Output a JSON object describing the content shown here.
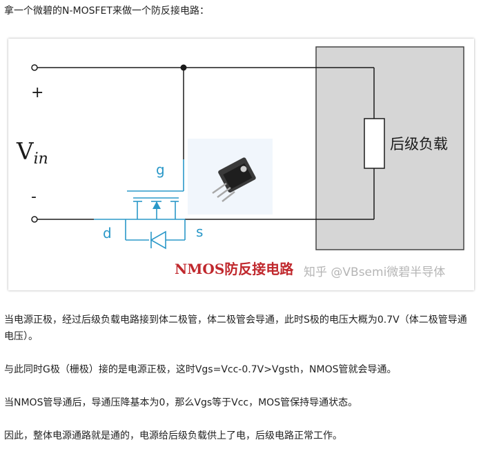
{
  "intro_text": "拿一个微碧的N-MOSFET来做一个防反接电路：",
  "diagram": {
    "plus_label": "+",
    "minus_label": "-",
    "vin_main": "V",
    "vin_sub": "in",
    "gate_label": "g",
    "drain_label": "d",
    "source_label": "s",
    "load_label": "后级负载",
    "caption": "NMOS防反接电路",
    "watermark": "知乎 @VBsemi微碧半导体",
    "colors": {
      "wire": "#1a1a1a",
      "mosfet": "#2a98c8",
      "load_bg": "#d6d6d6",
      "caption_red": "#c0282d",
      "watermark": "#b5b5b5"
    }
  },
  "paragraphs": [
    "当电源正极，经过后级负载电路接到体二极管，体二极管会导通，此时S极的电压大概为0.7V（体二极管导通电压）。",
    "与此同时G极（栅极）接的是电源正极，这时Vgs=Vcc-0.7V>Vgsth，NMOS管就会导通。",
    "当NMOS管导通后，导通压降基本为0，那么Vgs等于Vcc，MOS管保持导通状态。",
    "因此，整体电源通路就是通的，电源给后级负载供上了电，后级电路正常工作。"
  ]
}
